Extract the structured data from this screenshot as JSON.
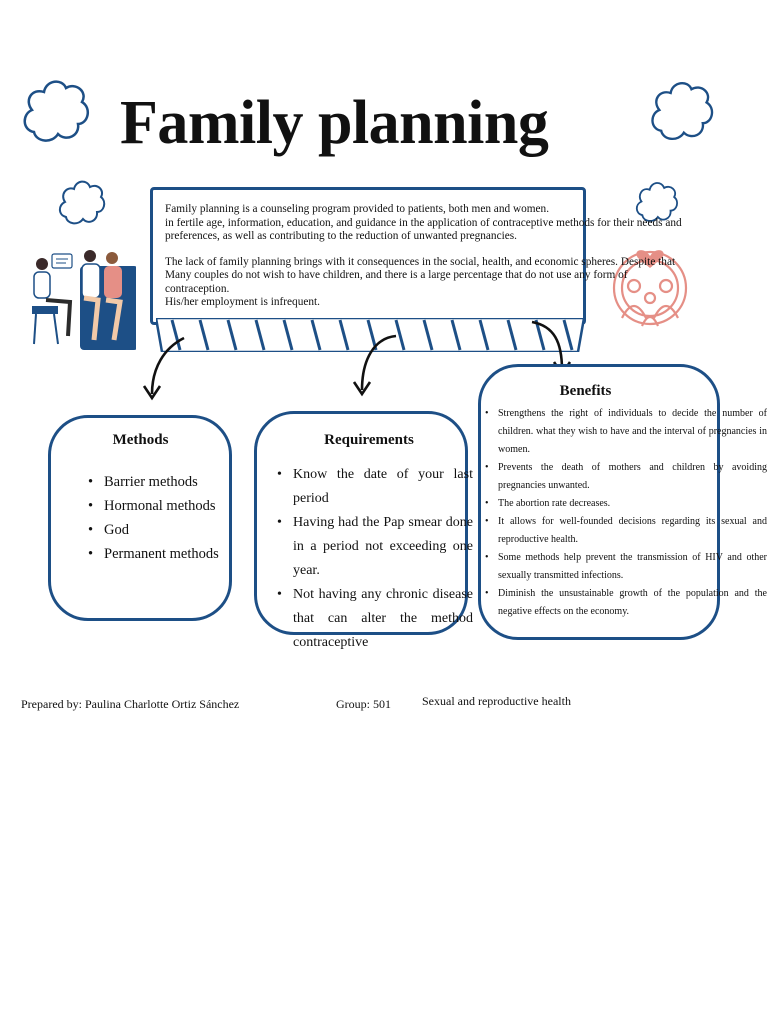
{
  "title": "Family planning",
  "intro": {
    "paragraph1_line1": "Family planning is a counseling program provided to patients, both men and women.",
    "paragraph1_line2": "in fertile age, information, education, and guidance in the application of contraceptive methods for their needs and preferences, as well as contributing to the reduction of unwanted pregnancies.",
    "paragraph2_line1": "The lack of family planning brings with it consequences in the social, health, and economic spheres. Despite that",
    "paragraph2_line2": "Many couples do not wish to have children, and there is a large percentage that do not use any form of contraception.",
    "paragraph2_line3": "His/her employment is infrequent."
  },
  "methods": {
    "title": "Methods",
    "items": [
      "Barrier methods",
      "Hormonal methods",
      "God",
      "Permanent methods"
    ]
  },
  "requirements": {
    "title": "Requirements",
    "items": [
      "Know the date of your last period",
      "Having had the Pap smear done in a period not exceeding one year.",
      "Not having any chronic disease that can alter the method contraceptive"
    ]
  },
  "benefits": {
    "title": "Benefits",
    "items": [
      "Strengthens the right of individuals to decide the number of children. what they wish to have and the interval of pregnancies in women.",
      "Prevents the death of mothers and children by avoiding pregnancies unwanted.",
      "The abortion rate decreases.",
      "It allows for well-founded decisions regarding its sexual and reproductive health.",
      "Some methods help prevent the transmission of HIV and other sexually transmitted infections.",
      "Diminish the unsustainable growth of the population and the negative effects on the economy."
    ]
  },
  "footer": {
    "prepared_by": "Prepared by: Paulina Charlotte Ortiz Sánchez",
    "group": "Group: 501",
    "subject": "Sexual and reproductive health"
  },
  "colors": {
    "outline": "#1d4f86",
    "icon_accent": "#e58f86",
    "text": "#111111"
  },
  "icons": [
    "cloud-icon",
    "consultation-illustration",
    "family-heart-icon",
    "arrow-icon"
  ]
}
